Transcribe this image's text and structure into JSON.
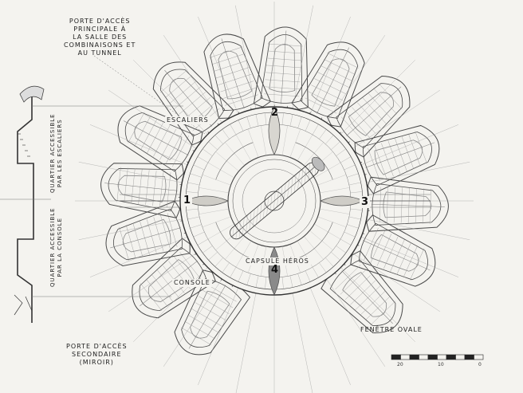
{
  "labels": {
    "main_door": [
      "PORTE D'ACCÈS",
      "PRINCIPALE À",
      "LA SALLE DES",
      "COMBINAISONS ET",
      "AU TUNNEL"
    ],
    "stairs": "ESCALIERS",
    "console": "CONSOLE",
    "hero_capsule": "CAPSULE HÉROS",
    "oval_window": "FENÊTRE OVALE",
    "secondary_door": [
      "PORTE D'ACCÈS",
      "SECONDAIRE",
      "(MIROIR)"
    ],
    "quarter_stairs": [
      "QUARTIER ACCESSIBLE",
      "PAR LES ESCALIERS"
    ],
    "quarter_console": [
      "QUARTIER ACCESSIBLE",
      "PAR LA CONSOLE"
    ]
  },
  "markers": [
    "1",
    "2",
    "3",
    "4"
  ],
  "scale": {
    "ticks": [
      "20",
      "10",
      "0"
    ]
  },
  "colors": {
    "paper": "#f4f3ef",
    "ink": "#3a3a3a",
    "light_ink": "#8a8a8a"
  }
}
